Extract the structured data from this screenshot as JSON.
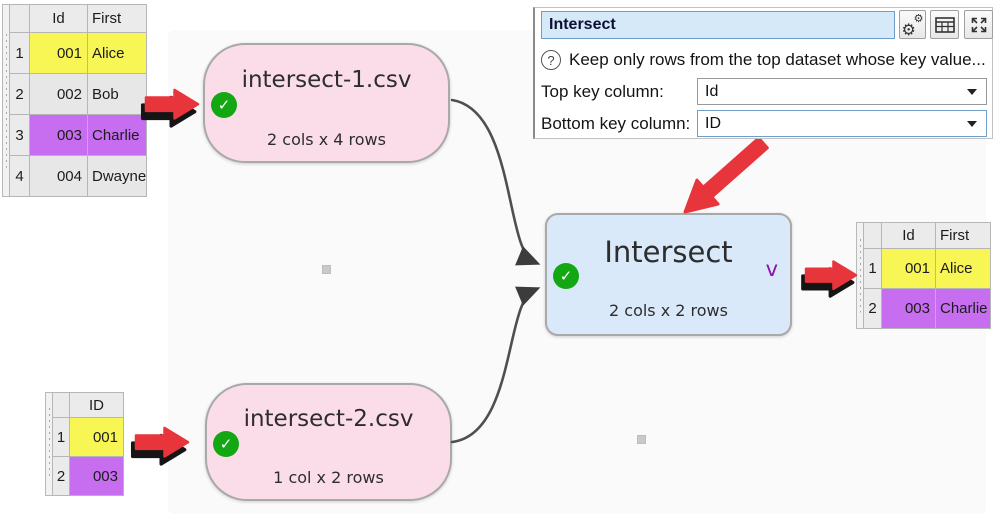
{
  "panel": {
    "title_value": "Intersect",
    "help_text": "Keep only rows from the top dataset whose key value...",
    "top_key": {
      "label": "Top key column:",
      "value": "Id"
    },
    "bottom_key": {
      "label": "Bottom key column:",
      "value": "ID"
    }
  },
  "nodes": {
    "input1": {
      "title": "intersect-1.csv",
      "subtitle": "2 cols x 4 rows"
    },
    "input2": {
      "title": "intersect-2.csv",
      "subtitle": "1 col x 2 rows"
    },
    "transform": {
      "title": "Intersect",
      "subtitle": "2 cols x 2 rows",
      "badge": "v"
    }
  },
  "tables": {
    "top_input": {
      "headers": [
        "Id",
        "First"
      ],
      "rows": [
        {
          "num": "1",
          "cells": [
            "001",
            "Alice"
          ],
          "highlight": "yellow"
        },
        {
          "num": "2",
          "cells": [
            "002",
            "Bob"
          ],
          "highlight": "none"
        },
        {
          "num": "3",
          "cells": [
            "003",
            "Charlie"
          ],
          "highlight": "purple"
        },
        {
          "num": "4",
          "cells": [
            "004",
            "Dwayne"
          ],
          "highlight": "none"
        }
      ]
    },
    "bottom_input": {
      "headers": [
        "ID"
      ],
      "rows": [
        {
          "num": "1",
          "cells": [
            "001"
          ],
          "highlight": "yellow"
        },
        {
          "num": "2",
          "cells": [
            "003"
          ],
          "highlight": "purple"
        }
      ]
    },
    "output": {
      "headers": [
        "Id",
        "First"
      ],
      "rows": [
        {
          "num": "1",
          "cells": [
            "001",
            "Alice"
          ],
          "highlight": "yellow"
        },
        {
          "num": "2",
          "cells": [
            "003",
            "Charlie"
          ],
          "highlight": "purple"
        }
      ]
    }
  },
  "icons": {
    "check": "✓",
    "help": "?",
    "settings_gear": "⚙",
    "settings_gear_small": "⚙"
  },
  "colors": {
    "input_node_bg": "#fbdde9",
    "transform_node_bg": "#d9e9fa",
    "node_border": "#a9a9a9",
    "check_green": "#13a713",
    "annotation_red": "#e8353c",
    "badge_purple": "#8a12a8",
    "highlight_yellow": "#f8f655",
    "highlight_purple": "#c66df0",
    "title_field_bg": "#d6e9f8",
    "canvas_bg": "#fafafa"
  }
}
